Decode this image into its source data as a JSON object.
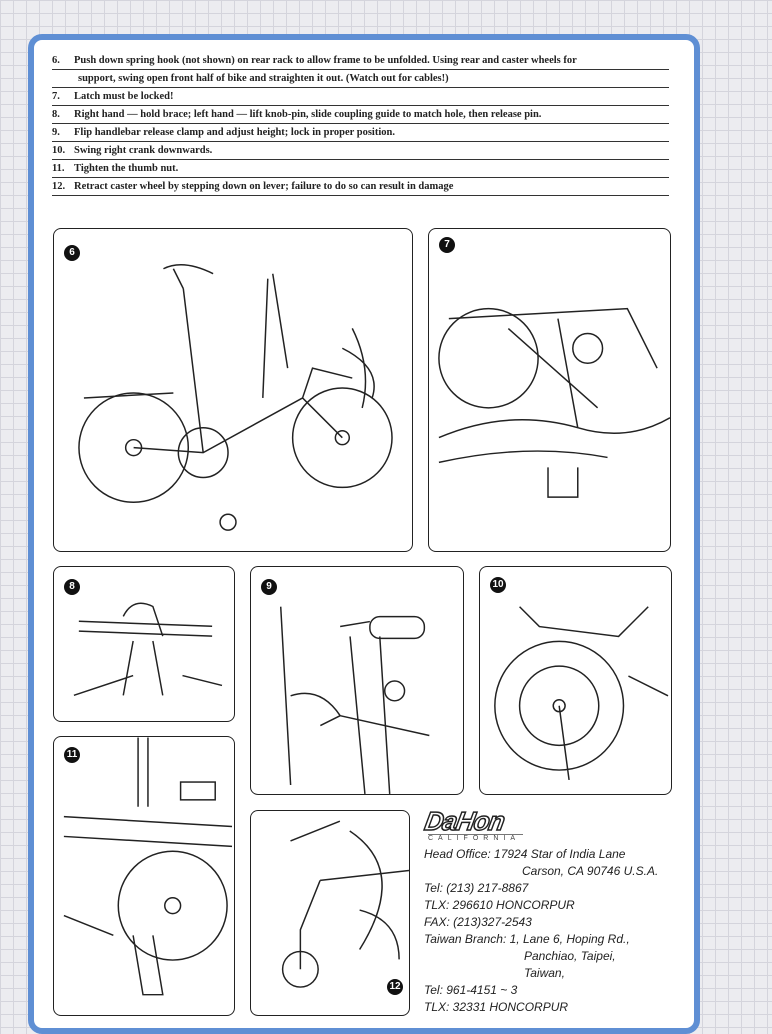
{
  "steps": [
    {
      "num": "6.",
      "text": "Push down spring hook (not shown) on rear rack to allow frame to be unfolded. Using rear and caster wheels for",
      "cont": "support, swing open front half of bike and  straighten it out. (Watch out for cables!)"
    },
    {
      "num": "7.",
      "text": "Latch must be locked!"
    },
    {
      "num": "8.",
      "text": "Right hand — hold brace; left hand — lift knob-pin,  slide coupling guide to match hole, then release pin."
    },
    {
      "num": "9.",
      "text": "Flip handlebar release clamp and adjust height; lock in proper position."
    },
    {
      "num": "10.",
      "text": "Swing right crank downwards."
    },
    {
      "num": "11.",
      "text": "Tighten the thumb nut."
    },
    {
      "num": "12.",
      "text": "Retract caster wheel by stepping down on lever; failure to do so can result in damage"
    }
  ],
  "figures": [
    "6",
    "7",
    "8",
    "9",
    "10",
    "11",
    "12"
  ],
  "logo": {
    "brand": "DaHon",
    "sub": "CALIFORNIA"
  },
  "address": [
    "Head Office: 17924 Star of India Lane",
    "Carson, CA 90746 U.S.A.",
    "Tel: (213) 217-8867",
    "TLX: 296610 HONCORPUR",
    "FAX: (213)327-2543",
    "Taiwan Branch: 1, Lane 6, Hoping Rd.,",
    "Panchiao, Taipei,",
    "Taiwan,",
    "Tel: 961-4151 ~ 3",
    "TLX: 32331 HONCORPUR"
  ]
}
